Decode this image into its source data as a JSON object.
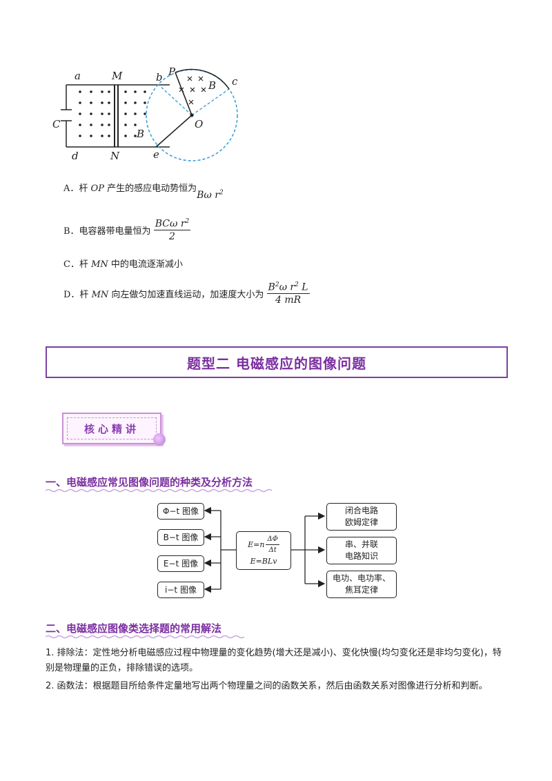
{
  "figure": {
    "labels": {
      "a": "a",
      "M": "M",
      "b": "b",
      "P": "P",
      "c": "c",
      "B_top": "B",
      "C": "C",
      "O": "O",
      "B_left": "B",
      "d": "d",
      "N": "N",
      "e": "e"
    }
  },
  "options": {
    "A": {
      "prefix": "A．杆 ",
      "var": "OP",
      "text": " 产生的感应电动势恒为",
      "expr": "Bω r",
      "sup": "2"
    },
    "B": {
      "prefix": "B．电容器带电量恒为",
      "num": "BCω r",
      "num_sup": "2",
      "den": "2"
    },
    "C": {
      "prefix": "C．杆 ",
      "var": "MN",
      "text": " 中的电流逐渐减小"
    },
    "D": {
      "prefix": "D．杆 ",
      "var": "MN",
      "text": " 向左做匀加速直线运动，加速度大小为",
      "num_a": "B",
      "num_sup1": "2",
      "num_b": "ω r",
      "num_sup2": "2",
      "num_c": " L",
      "den": "4 mR"
    }
  },
  "section_title": "题型二  电磁感应的图像问题",
  "badge": "核心精讲",
  "heading1": "一、电磁感应常见图像问题的种类及分析方法",
  "diagram": {
    "left_boxes": [
      {
        "label": "Φ−t 图像"
      },
      {
        "label": "B−t 图像"
      },
      {
        "label": "E−t 图像"
      },
      {
        "label": "i−t 图像"
      }
    ],
    "center": {
      "line1_prefix": "E=n",
      "frac_num": "ΔΦ",
      "frac_den": "Δt",
      "line2": "E=BLv"
    },
    "right_boxes": [
      {
        "line1": "闭合电路",
        "line2": "欧姆定律"
      },
      {
        "line1": "串、并联",
        "line2": "电路知识"
      },
      {
        "line1": "电功、电功率、",
        "line2": "焦耳定律"
      }
    ]
  },
  "heading2": "二、电磁感应图像类选择题的常用解法",
  "paragraphs": [
    "1. 排除法：定性地分析电磁感应过程中物理量的变化趋势(增大还是减小)、变化快慢(均匀变化还是非均匀变化)，特别是物理量的正负，排除错误的选项。",
    "2. 函数法：根据题目所给条件定量地写出两个物理量之间的函数关系，然后由函数关系对图像进行分析和判断。"
  ],
  "colors": {
    "accent": "#7b2fa0",
    "dashed_circle": "#3aa0d8"
  }
}
